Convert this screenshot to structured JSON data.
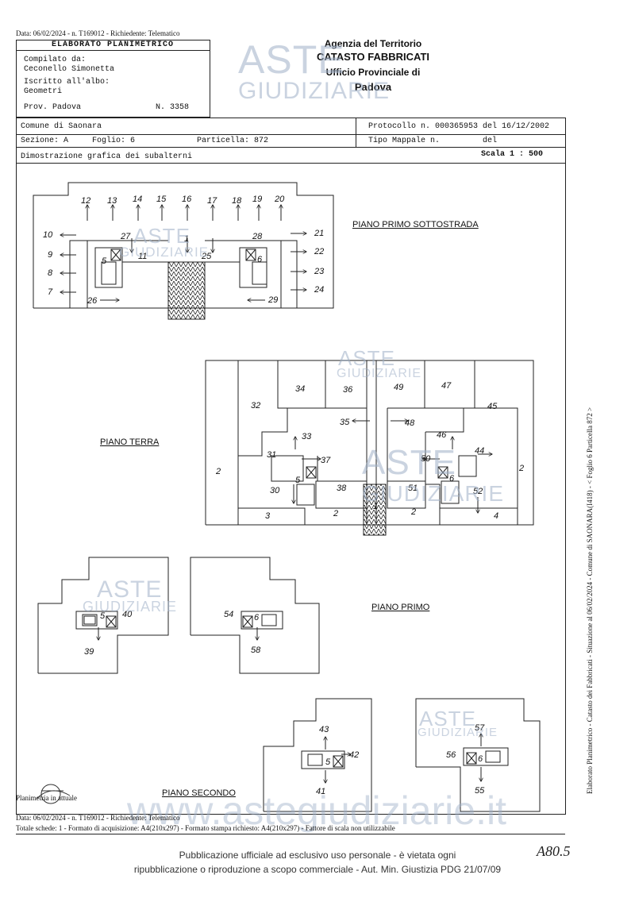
{
  "meta": {
    "top_line": "Data: 06/02/2024 - n. T169012 - Richiedente: Telematico",
    "bottom_line": "Data: 06/02/2024 - n. T169012 - Richiedente: Telematico",
    "footer_line": "Totale schede: 1 - Formato di acquisizione: A4(210x297) - Formato stampa richiesto: A4(210x297) - Fattore di scala non utilizzabile"
  },
  "header": {
    "title": "ELABORATO PLANIMETRICO",
    "compilato_label": "Compilato da:",
    "compilato_name": "Ceconello Simonetta",
    "iscritto_label": "Iscritto all'albo:",
    "iscritto_value": "Geometri",
    "prov": "Prov. Padova",
    "numero": "N.  3358",
    "agency_line1": "Agenzia del Territorio",
    "agency_line2": "CATASTO FABBRICATI",
    "agency_line3": "Ufficio Provinciale di",
    "agency_line4": "Padova"
  },
  "cadastre": {
    "comune": "Comune di Saonara",
    "sezione": "Sezione: A",
    "foglio": "Foglio: 6",
    "particella": "Particella: 872",
    "protocollo": "Protocollo n. 000365953",
    "protocollo_del": "del 16/12/2002",
    "tipo_mappale": "Tipo Mappale n.",
    "tipo_del": "del",
    "dimostrazione": "Dimostrazione grafica dei subalterni",
    "scala": "Scala 1 : 500"
  },
  "sections": {
    "sottostrada": "PIANO PRIMO SOTTOSTRADA",
    "terra": "PIANO TERRA",
    "primo": "PIANO PRIMO",
    "secondo": "PIANO SECONDO"
  },
  "side_text": "Elaborato Planimetrico - Catasto dei Fabbricati - Situazione al 06/02/2024 - Comune di SAONARA(I418) - < Foglio 6 Particella 872 >",
  "planimetria_logo": "Planimetria in attuale",
  "watermark": {
    "aste": "ASTE",
    "giudiziarie": "GIUDIZIARIE",
    "site": "www.astegiudiziarie.it"
  },
  "publication": {
    "line1": "Pubblicazione ufficiale ad esclusivo uso personale - è vietata ogni",
    "line2": "ripubblicazione o riproduzione a scopo commerciale - Aut. Min. Giustizia PDG 21/07/09"
  },
  "handwritten": "A80.5"
}
